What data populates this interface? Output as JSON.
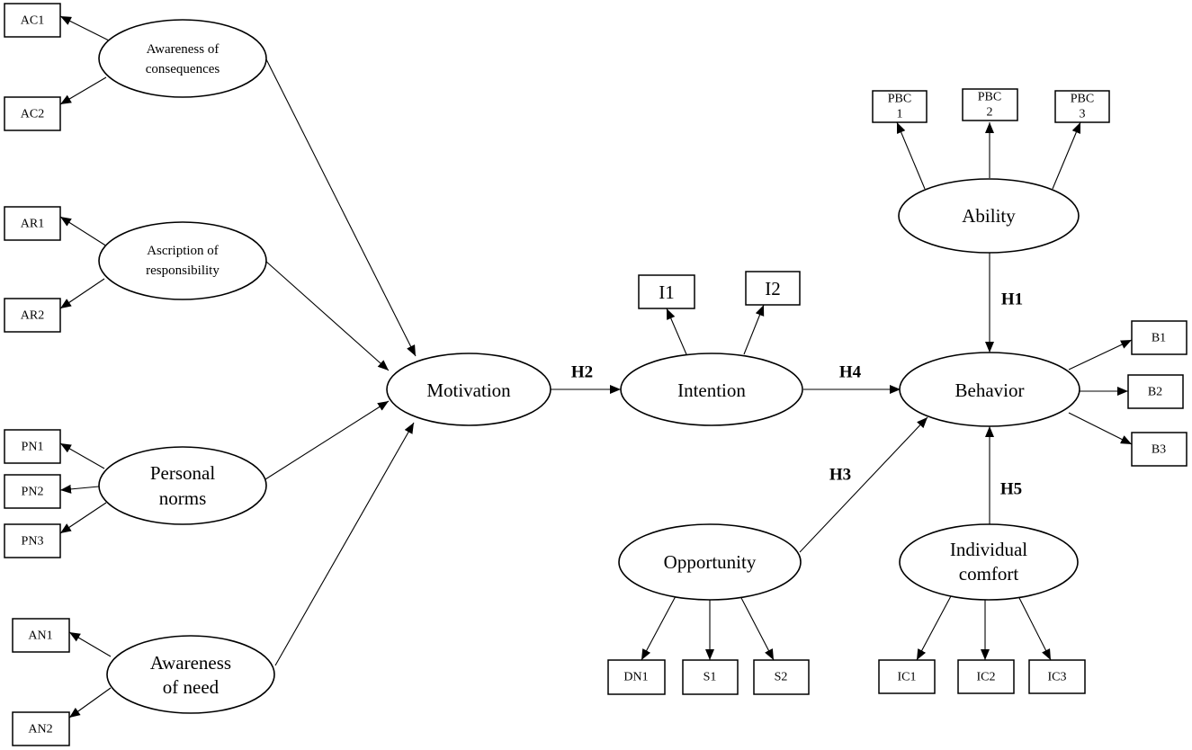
{
  "constructs": {
    "awareness_of_consequences": [
      "Awareness of",
      "consequences"
    ],
    "ascription_of_responsibility": [
      "Ascription of",
      "responsibility"
    ],
    "personal_norms": [
      "Personal",
      "norms"
    ],
    "awareness_of_need": [
      "Awareness",
      "of need"
    ],
    "motivation": "Motivation",
    "intention": "Intention",
    "behavior": "Behavior",
    "ability": "Ability",
    "opportunity": "Opportunity",
    "individual_comfort": [
      "Individual",
      "comfort"
    ]
  },
  "indicators": {
    "ac1": "AC1",
    "ac2": "AC2",
    "ar1": "AR1",
    "ar2": "AR2",
    "pn1": "PN1",
    "pn2": "PN2",
    "pn3": "PN3",
    "an1": "AN1",
    "an2": "AN2",
    "i1": "I1",
    "i2": "I2",
    "pbc1": [
      "PBC",
      "1"
    ],
    "pbc2": [
      "PBC",
      "2"
    ],
    "pbc3": [
      "PBC",
      "3"
    ],
    "b1": "B1",
    "b2": "B2",
    "b3": "B3",
    "dn1": "DN1",
    "s1": "S1",
    "s2": "S2",
    "ic1": "IC1",
    "ic2": "IC2",
    "ic3": "IC3"
  },
  "hypotheses": {
    "h1": "H1",
    "h2": "H2",
    "h3": "H3",
    "h4": "H4",
    "h5": "H5"
  }
}
